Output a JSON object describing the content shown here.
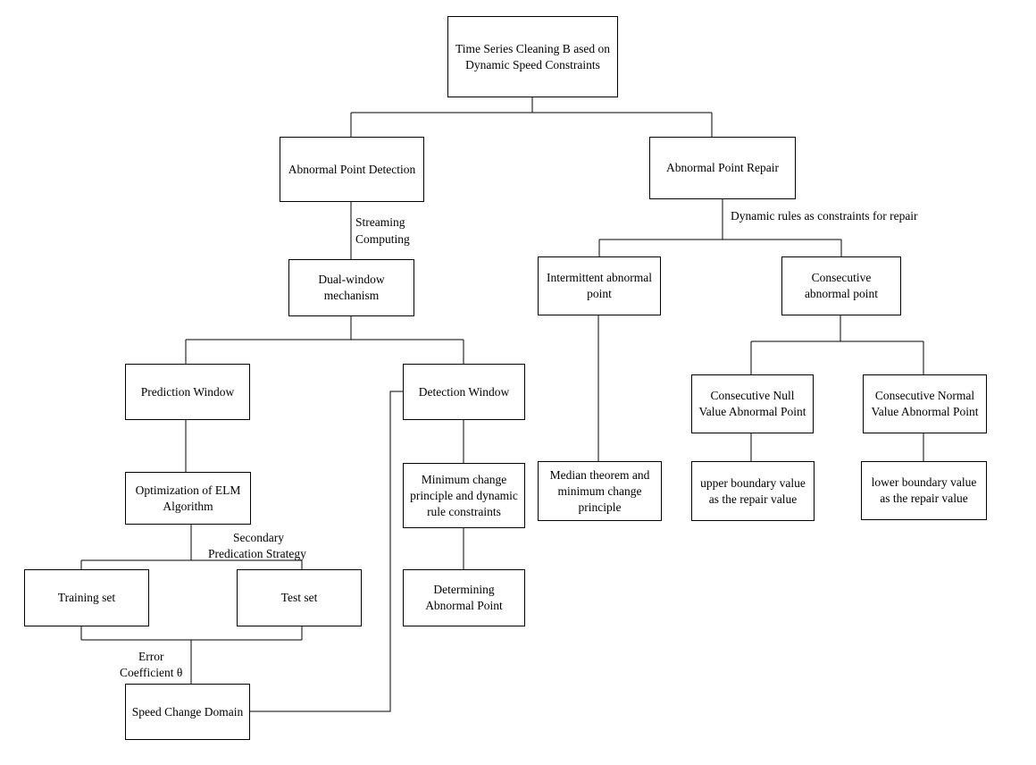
{
  "nodes": {
    "root": "Time Series Cleaning B ased on Dynamic Speed Constraints",
    "detection": "Abnormal Point Detection",
    "repair": "Abnormal Point Repair",
    "dual_window": "Dual-window mechanism",
    "intermittent": "Intermittent abnormal point",
    "consecutive": "Consecutive abnormal point",
    "prediction_window": "Prediction Window",
    "detection_window": "Detection Window",
    "null_value": "Consecutive Null Value Abnormal Point",
    "normal_value": "Consecutive Normal Value Abnormal Point",
    "elm": "Optimization of ELM Algorithm",
    "min_change_rules": "Minimum change principle and dynamic rule constraints",
    "median": "Median theorem and minimum change principle",
    "upper": "upper boundary value as the repair value",
    "lower": "lower boundary value as the repair value",
    "training": "Training set",
    "test": "Test set",
    "determining": "Determining Abnormal Point",
    "speed_change": "Speed Change Domain"
  },
  "edge_labels": {
    "streaming_1": "Streaming",
    "streaming_2": "Computing",
    "dynamic_rules": "Dynamic rules as constraints for repair",
    "secondary_1": "Secondary",
    "secondary_2": "Predication Strategy",
    "error_1": "Error",
    "error_2": "Coefficient θ"
  }
}
